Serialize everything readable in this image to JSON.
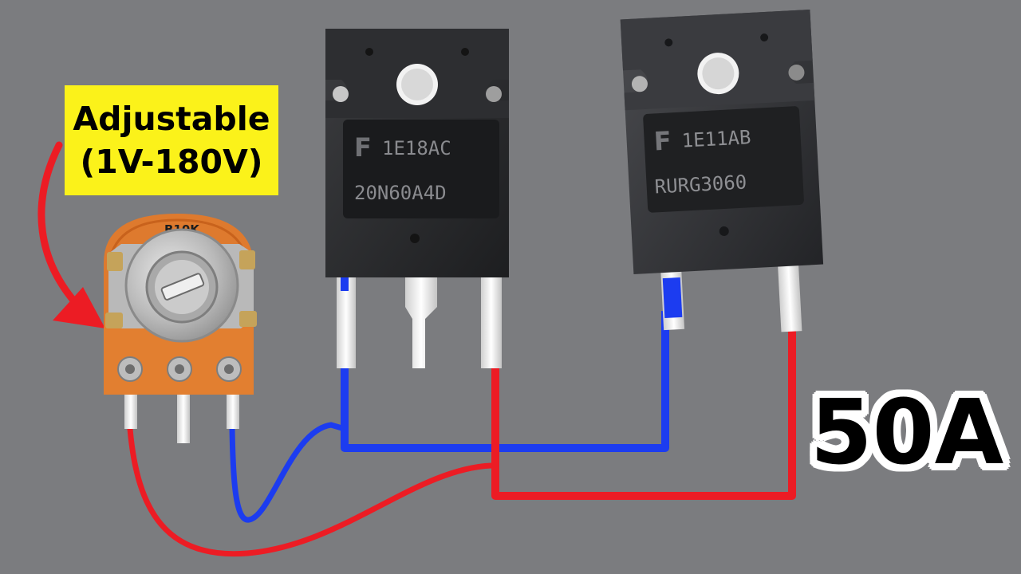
{
  "annotation": {
    "line1": "Adjustable",
    "line2": "(1V-180V)",
    "background_color": "#fbf21a"
  },
  "current_rating": "50A",
  "potentiometer": {
    "marking": "B10K"
  },
  "igbt": {
    "brand_mark": "F",
    "code": "1E18AC",
    "part_number": "20N60A4D"
  },
  "diode": {
    "brand_mark": "F",
    "code": "1E11AB",
    "part_number": "RURG3060"
  },
  "colors": {
    "background": "#7b7c7f",
    "wire_positive": "#ec1c24",
    "wire_negative": "#1c3cf0",
    "arrow": "#ec1c24"
  }
}
